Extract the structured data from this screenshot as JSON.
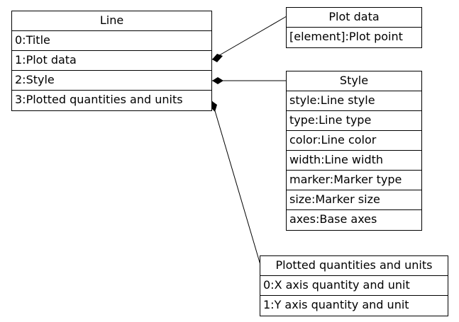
{
  "diagram": {
    "line_class": {
      "title": "Line",
      "fields": [
        "0:Title",
        "1:Plot data",
        "2:Style",
        "3:Plotted quantities and units"
      ]
    },
    "plot_data_class": {
      "title": "Plot data",
      "fields": [
        "[element]:Plot point"
      ]
    },
    "style_class": {
      "title": "Style",
      "fields": [
        "style:Line style",
        "type:Line type",
        "color:Line color",
        "width:Line width",
        "marker:Marker type",
        "size:Marker size",
        "axes:Base axes"
      ]
    },
    "quantities_class": {
      "title": "Plotted quantities and units",
      "fields": [
        "0:X axis quantity and unit",
        "1:Y axis quantity and unit"
      ]
    },
    "relation_type": "composition"
  }
}
